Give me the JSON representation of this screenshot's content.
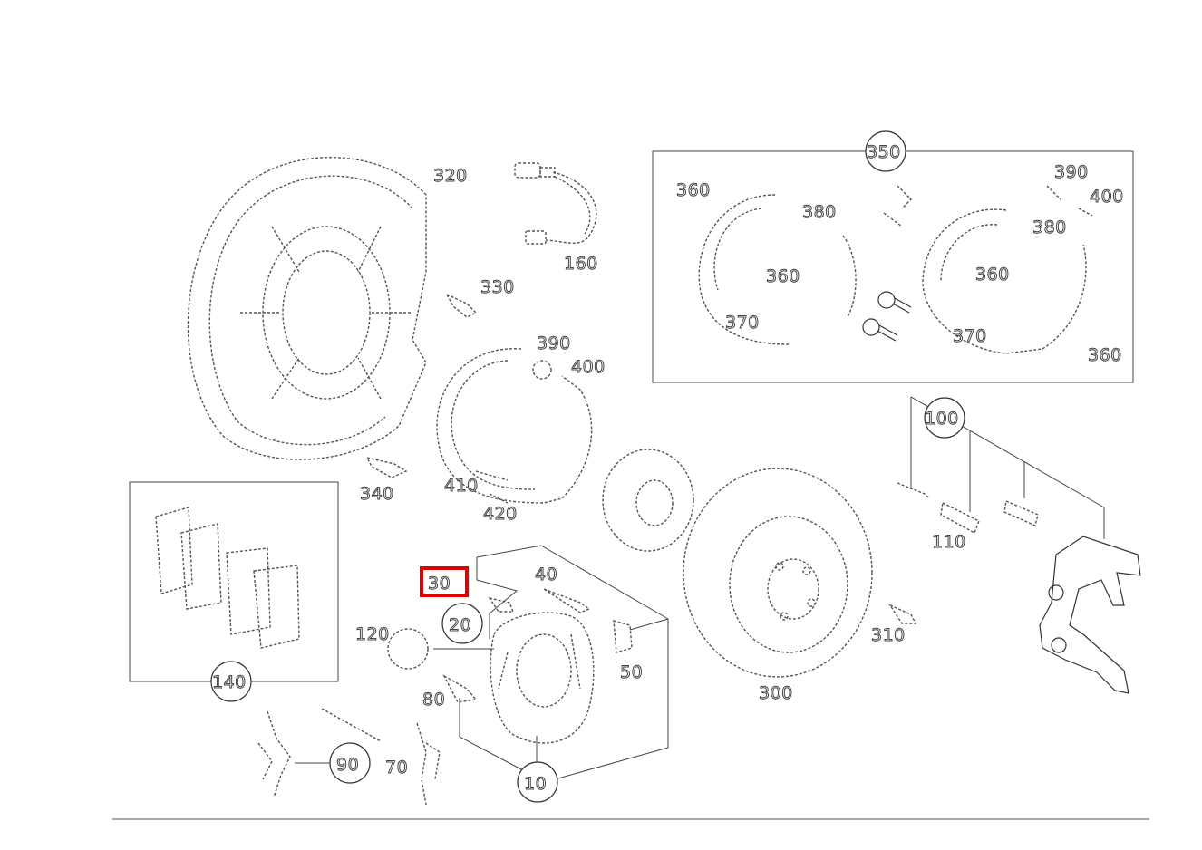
{
  "labels": {
    "p10": "10",
    "p20": "20",
    "p30": "30",
    "p40": "40",
    "p50": "50",
    "p70": "70",
    "p80": "80",
    "p90": "90",
    "p100": "100",
    "p110": "110",
    "p120": "120",
    "p140": "140",
    "p160": "160",
    "p300": "300",
    "p310": "310",
    "p320": "320",
    "p330": "330",
    "p340": "340",
    "p350": "350",
    "p360a": "360",
    "p360b": "360",
    "p360c": "360",
    "p360d": "360",
    "p370a": "370",
    "p370b": "370",
    "p380a": "380",
    "p380b": "380",
    "p390a": "390",
    "p390b": "390",
    "p400a": "400",
    "p400b": "400",
    "p410": "410",
    "p420": "420"
  },
  "selected_part": "30",
  "colors": {
    "highlight": "#e00000",
    "line": "#333333",
    "background": "#ffffff"
  }
}
